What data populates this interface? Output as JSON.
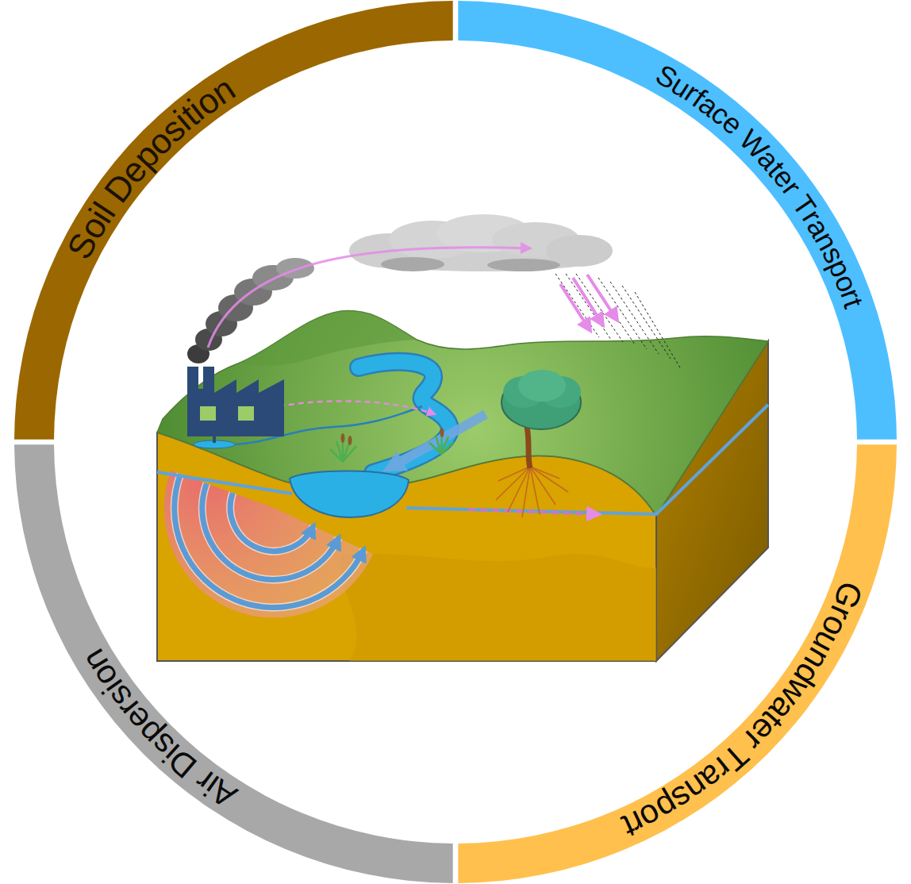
{
  "diagram": {
    "nodes": [
      {
        "text": [
          "Soil Deposition"
        ]
      },
      {
        "text": [
          "Surface Water Transport"
        ]
      },
      {
        "text": [
          "Groundwater Transport"
        ]
      },
      {
        "text": [
          "Air Dispersion"
        ]
      }
    ]
  }
}
